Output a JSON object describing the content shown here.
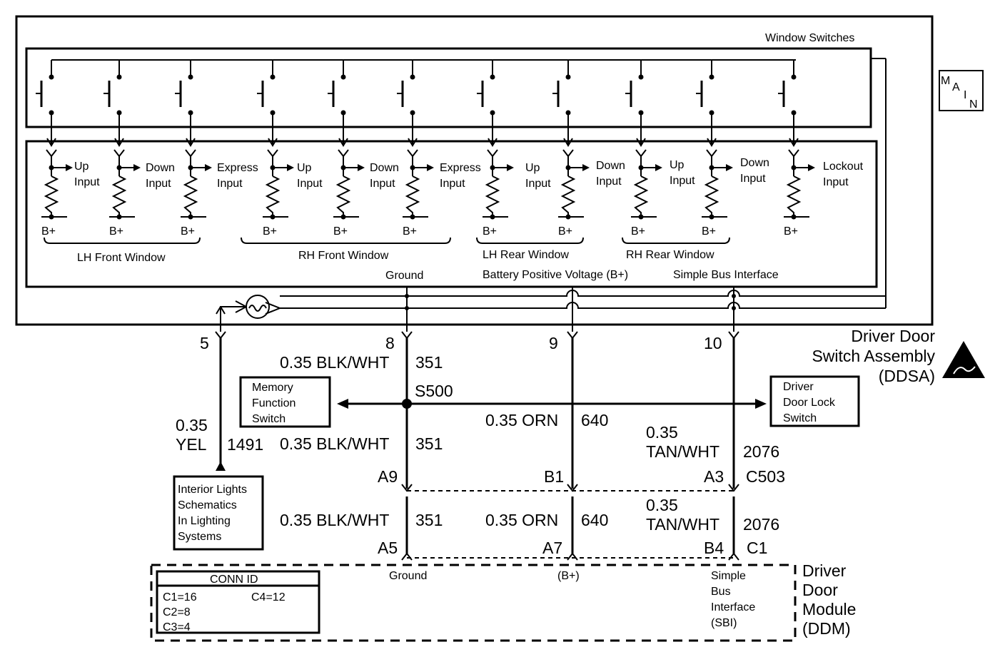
{
  "labels": {
    "window_switches": "Window Switches",
    "main": [
      "M",
      "A",
      "I",
      "N"
    ],
    "up_input": [
      "Up",
      "Input"
    ],
    "down_input": [
      "Down",
      "Input"
    ],
    "express_input": [
      "Express",
      "Input"
    ],
    "lockout_input": [
      "Lockout",
      "Input"
    ],
    "bplus": "B+",
    "groups": [
      "LH Front Window",
      "RH Front Window",
      "LH Rear Window",
      "RH Rear Window"
    ],
    "ground": "Ground",
    "battery": "Battery Positive Voltage (B+)",
    "sbi": "Simple Bus Interface",
    "ddsa": [
      "Driver Door",
      "Switch Assembly",
      "(DDSA)"
    ],
    "pins": [
      "5",
      "8",
      "9",
      "10"
    ],
    "splice": "S500",
    "memory_switch": [
      "Memory",
      "Function",
      "Switch"
    ],
    "lock_switch": [
      "Driver",
      "Door Lock",
      "Switch"
    ],
    "interior": [
      "Interior Lights",
      "Schematics",
      "In Lighting",
      "Systems"
    ],
    "yel": [
      "0.35",
      "YEL",
      "1491"
    ],
    "blk_wht": "0.35 BLK/WHT",
    "blk_num": "351",
    "orn": "0.35 ORN",
    "orn_num": "640",
    "tan": [
      "0.35",
      "TAN/WHT"
    ],
    "tan_num": "2076",
    "conn_c503": [
      "A9",
      "B1",
      "A3",
      "C503"
    ],
    "conn_c1": [
      "A5",
      "A7",
      "B4",
      "C1"
    ],
    "ddm_ground": "Ground",
    "ddm_bplus": "(B+)",
    "ddm_sbi": [
      "Simple",
      "Bus",
      "Interface",
      "(SBI)"
    ],
    "ddm": [
      "Driver",
      "Door",
      "Module",
      "(DDM)"
    ],
    "conn_id": {
      "title": "CONN ID",
      "entries": [
        "C1=16",
        "C4=12",
        "C2=8",
        "C3=4"
      ]
    }
  }
}
